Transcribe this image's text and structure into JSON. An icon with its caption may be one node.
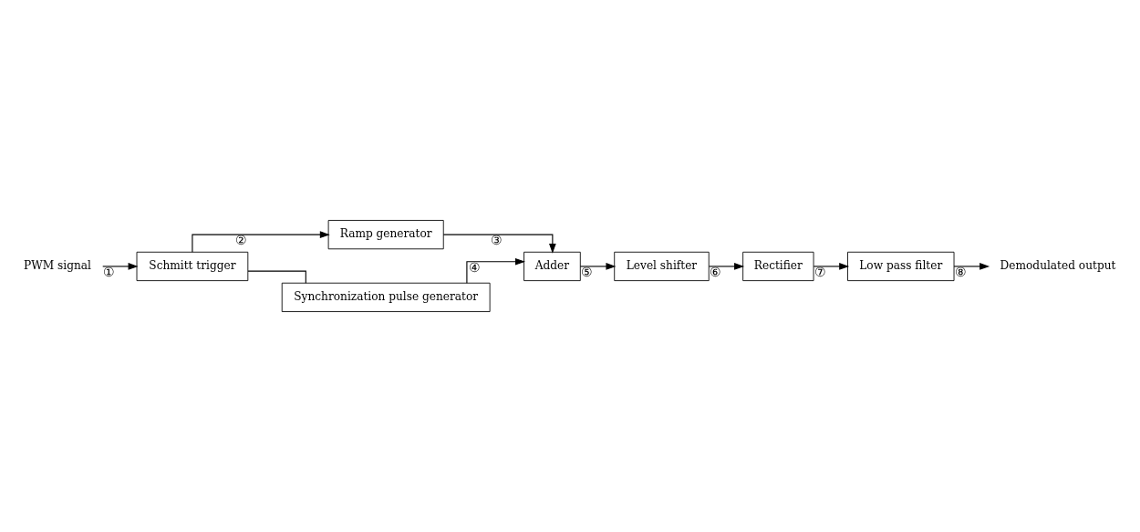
{
  "diagram": {
    "nodes": [
      {
        "text": [
          "PWM signal"
        ]
      },
      {
        "text": [
          "Schmitt trigger"
        ]
      },
      {
        "text": [
          "Ramp generator"
        ]
      },
      {
        "text": [
          "Synchronization pulse generator"
        ]
      },
      {
        "text": [
          "Adder"
        ]
      },
      {
        "text": [
          "Level shifter"
        ]
      },
      {
        "text": [
          "Rectifier"
        ]
      },
      {
        "text": [
          "Low pass filter"
        ]
      },
      {
        "text": [
          "Demodulated output"
        ]
      }
    ],
    "edges": [
      {
        "from": 0,
        "to": 1,
        "arrow": "to",
        "label": "①"
      },
      {
        "from": 1,
        "to": 2,
        "arrow": "to",
        "label": "②"
      },
      {
        "from": 1,
        "to": 3,
        "arrow": "none"
      },
      {
        "from": 2,
        "to": 4,
        "arrow": "to",
        "label": "③"
      },
      {
        "from": 3,
        "to": 4,
        "arrow": "to",
        "label": "④"
      },
      {
        "from": 4,
        "to": 5,
        "arrow": "to",
        "label": "⑤"
      },
      {
        "from": 5,
        "to": 6,
        "arrow": "to",
        "label": "⑥"
      },
      {
        "from": 6,
        "to": 7,
        "arrow": "to",
        "label": "⑦"
      },
      {
        "from": 7,
        "to": 8,
        "arrow": "to",
        "label": "⑧"
      }
    ]
  }
}
